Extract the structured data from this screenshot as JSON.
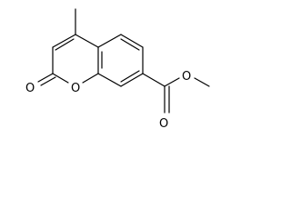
{
  "molecule": {
    "atoms": {
      "carbonyl_oxygen": "O",
      "ring_oxygen": "O",
      "ester_carbonyl_oxygen": "O",
      "ester_ether_oxygen": "O"
    },
    "colors": {
      "bond": "#000000",
      "label": "#000000",
      "background": "#ffffff"
    }
  }
}
